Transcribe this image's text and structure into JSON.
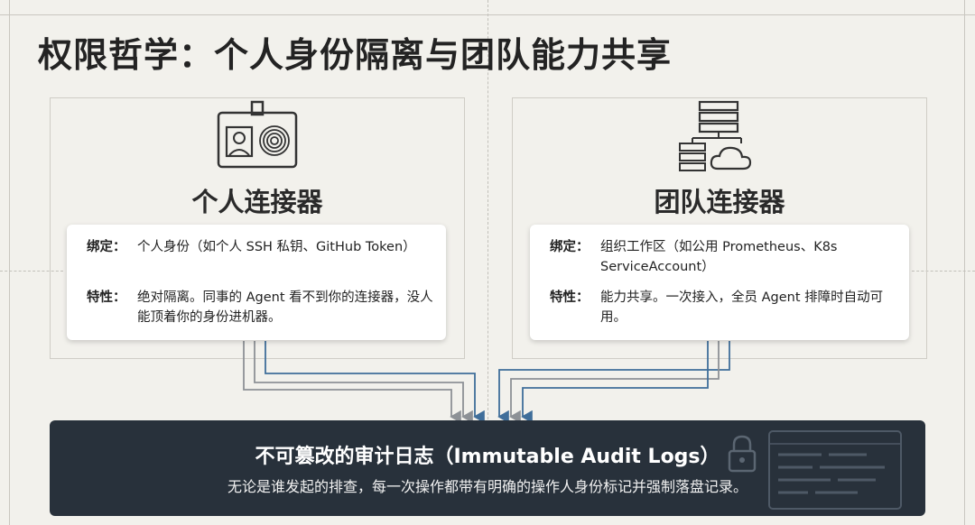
{
  "title": "权限哲学：个人身份隔离与团队能力共享",
  "left": {
    "heading": "个人连接器",
    "icon": "id-badge-fingerprint-icon",
    "binding_label": "绑定：",
    "binding_value": "个人身份（如个人 SSH 私钥、GitHub Token）",
    "feature_label": "特性：",
    "feature_value": "绝对隔离。同事的 Agent 看不到你的连接器，没人能顶着你的身份进机器。"
  },
  "right": {
    "heading": "团队连接器",
    "icon": "server-cloud-icon",
    "binding_label": "绑定：",
    "binding_value": "组织工作区（如公用 Prometheus、K8s ServiceAccount）",
    "feature_label": "特性：",
    "feature_value": "能力共享。一次接入，全员 Agent 排障时自动可用。"
  },
  "audit": {
    "title": "不可篡改的审计日志（Immutable Audit Logs）",
    "subtitle": "无论是谁发起的排查，每一次操作都带有明确的操作人身份标记并强制落盘记录。",
    "icons": [
      "lock-icon",
      "terminal-log-icon"
    ]
  },
  "colors": {
    "background": "#f2f1ec",
    "audit_bg": "#28313b",
    "line_gray": "#8d9196",
    "line_blue": "#3f6e9a"
  }
}
